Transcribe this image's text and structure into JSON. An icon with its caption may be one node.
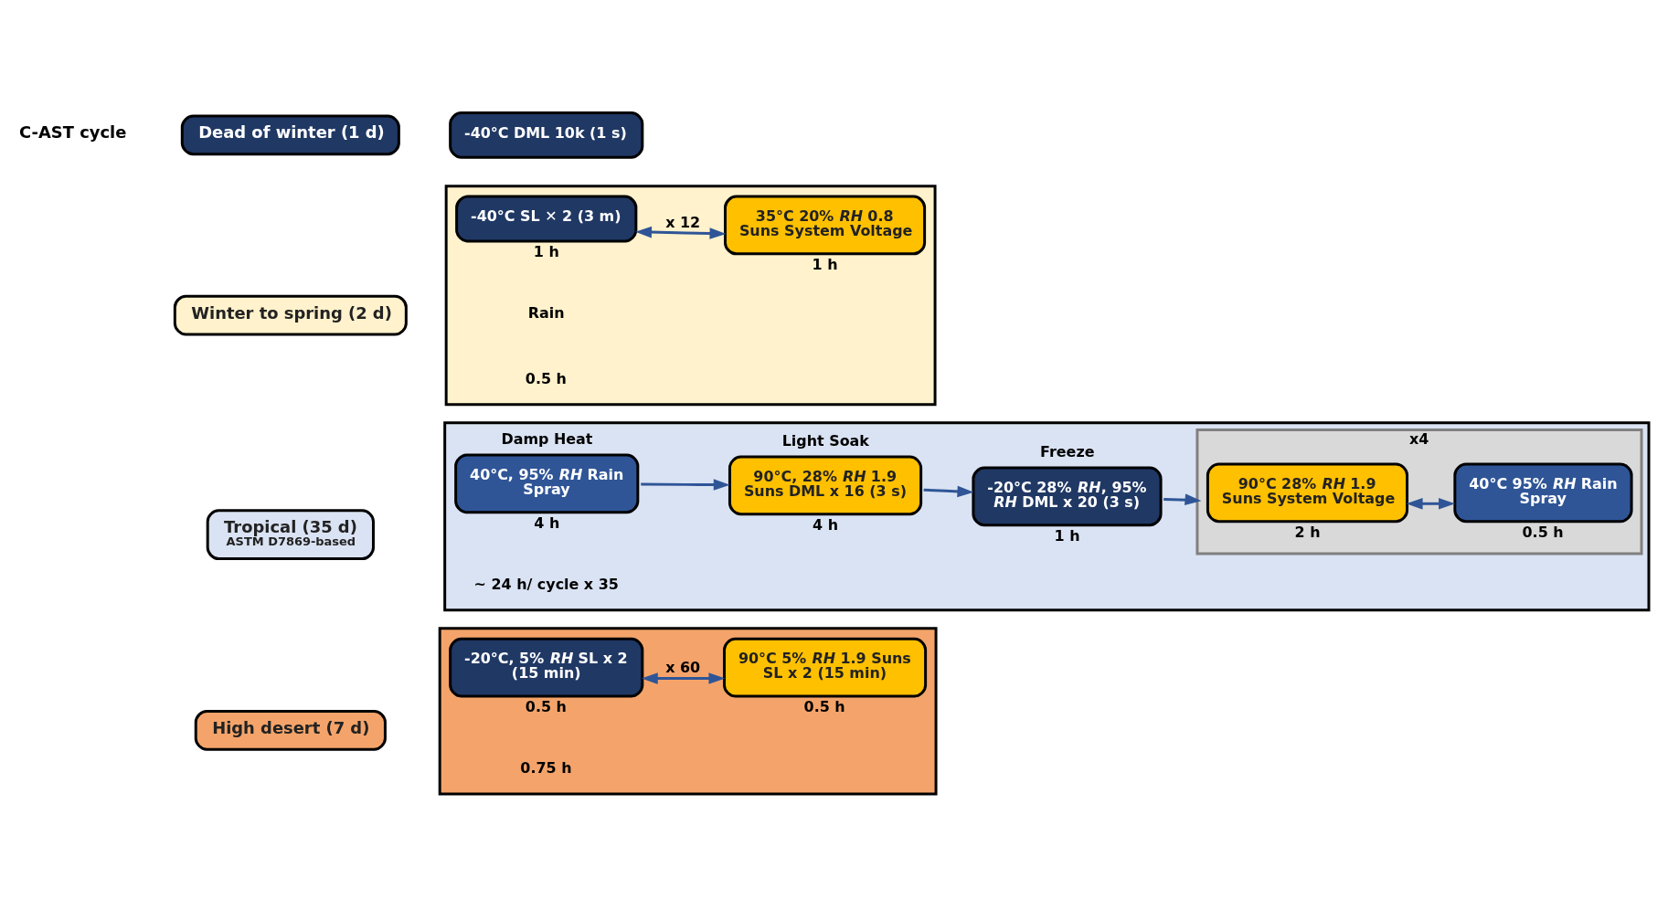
{
  "diagram": {
    "nodes": [
      {
        "text": [
          "Dead of winter (1 d)"
        ]
      },
      {
        "text": [
          "-40°C DML 10k (1 s)"
        ]
      },
      {
        "text": [
          "Winter to spring (2 d)"
        ]
      },
      {
        "text": [],
        "shape": "box"
      },
      {
        "text": [
          "-40°C SL ✕ 2 (3 m)"
        ],
        "in": 3,
        "beside": [
          "1 h"
        ]
      },
      {
        "text": [
          "35°C 20% *RH* 0.8 Suns System Voltage"
        ],
        "in": 3,
        "beside": [
          "1 h"
        ]
      },
      {
        "text": [
          "Tropical (35 d)",
          "ASTM D7869-based"
        ]
      },
      {
        "text": [],
        "shape": "box"
      },
      {
        "text": [
          "Damp Heat",
          "40°C, 95% *RH* Rain Spray"
        ],
        "in": 7,
        "beside": [
          "4 h"
        ]
      },
      {
        "text": [
          "Light Soak",
          "90°C, 28% *RH* 1.9 Suns DML x 16 (3 s)"
        ],
        "in": 7,
        "beside": [
          "4 h"
        ]
      },
      {
        "text": [
          "Freeze",
          "-20°C 28% *RH*, 95% *RH* DML x 20 (3 s)"
        ],
        "in": 7,
        "beside": [
          "1 h"
        ]
      },
      {
        "text": [
          "x4"
        ],
        "in": 7
      },
      {
        "text": [
          "90°C 28% *RH* 1.9 Suns System Voltage"
        ],
        "in": 11,
        "beside": [
          "2 h"
        ]
      },
      {
        "text": [
          "40°C 95% *RH* Rain Spray"
        ],
        "in": 11,
        "beside": [
          "0.5 h"
        ]
      },
      {
        "text": [
          "High desert (7 d)"
        ]
      },
      {
        "text": [],
        "shape": "box"
      },
      {
        "text": [
          "-20°C, 5% *RH* SL x 2 (15 min)"
        ],
        "in": 15,
        "beside": [
          "0.5 h"
        ]
      },
      {
        "text": [
          "90°C 5% *RH* 1.9 Suns SL x 2 (15 min)"
        ],
        "in": 15,
        "beside": [
          "0.5 h"
        ]
      }
    ],
    "edges": [
      {
        "from": 4,
        "to": 5,
        "arrow": "both",
        "label": "x 12"
      },
      {
        "from": 8,
        "to": 9,
        "arrow": "to"
      },
      {
        "from": 9,
        "to": 10,
        "arrow": "to"
      },
      {
        "from": 10,
        "to": 11,
        "arrow": "to"
      },
      {
        "from": 12,
        "to": 13,
        "arrow": "both"
      },
      {
        "from": 16,
        "to": 17,
        "arrow": "both",
        "label": "x 60"
      }
    ],
    "labels": [
      "C-AST cycle",
      "Rain",
      "0.5 h",
      "~ 24 h/ cycle x 35",
      "0.75 h"
    ]
  }
}
